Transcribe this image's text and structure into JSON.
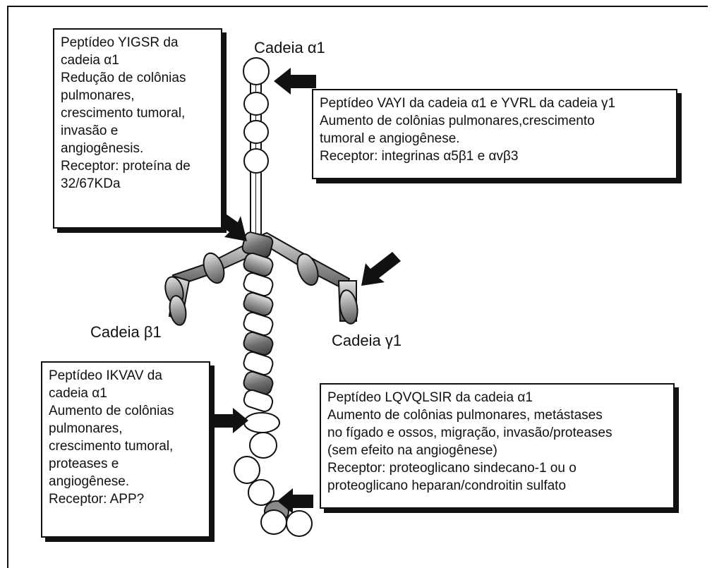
{
  "chain_labels": {
    "alpha1": "Cadeia α1",
    "beta1": "Cadeia β1",
    "gamma1": "Cadeia γ1"
  },
  "boxes": {
    "yigsr": {
      "lines": [
        "Peptídeo YIGSR da",
        "cadeia α1",
        "Redução de colônias",
        "pulmonares,",
        "crescimento tumoral,",
        "invasão e",
        "angiogênesis.",
        "Receptor: proteína de",
        "32/67KDa"
      ]
    },
    "vayi": {
      "lines": [
        "Peptídeo VAYI da cadeia α1 e YVRL da cadeia γ1",
        "Aumento de colônias pulmonares,crescimento",
        "tumoral e angiogênese.",
        "Receptor: integrinas  α5β1 e αvβ3"
      ]
    },
    "ikvav": {
      "lines": [
        "Peptídeo IKVAV da",
        "cadeia α1",
        "Aumento de colônias",
        "pulmonares,",
        "crescimento tumoral,",
        "proteases e",
        "angiogênese.",
        "Receptor: APP?"
      ]
    },
    "lqvqlsir": {
      "lines": [
        "Peptídeo LQVQLSIR da cadeia α1",
        "Aumento de colônias pulmonares, metástases",
        "no fígado e ossos, migração, invasão/proteases",
        "(sem efeito na angiogênese)",
        "Receptor: proteoglicano sindecano-1 ou o",
        "proteoglicano heparan/condroitin sulfato"
      ]
    }
  }
}
